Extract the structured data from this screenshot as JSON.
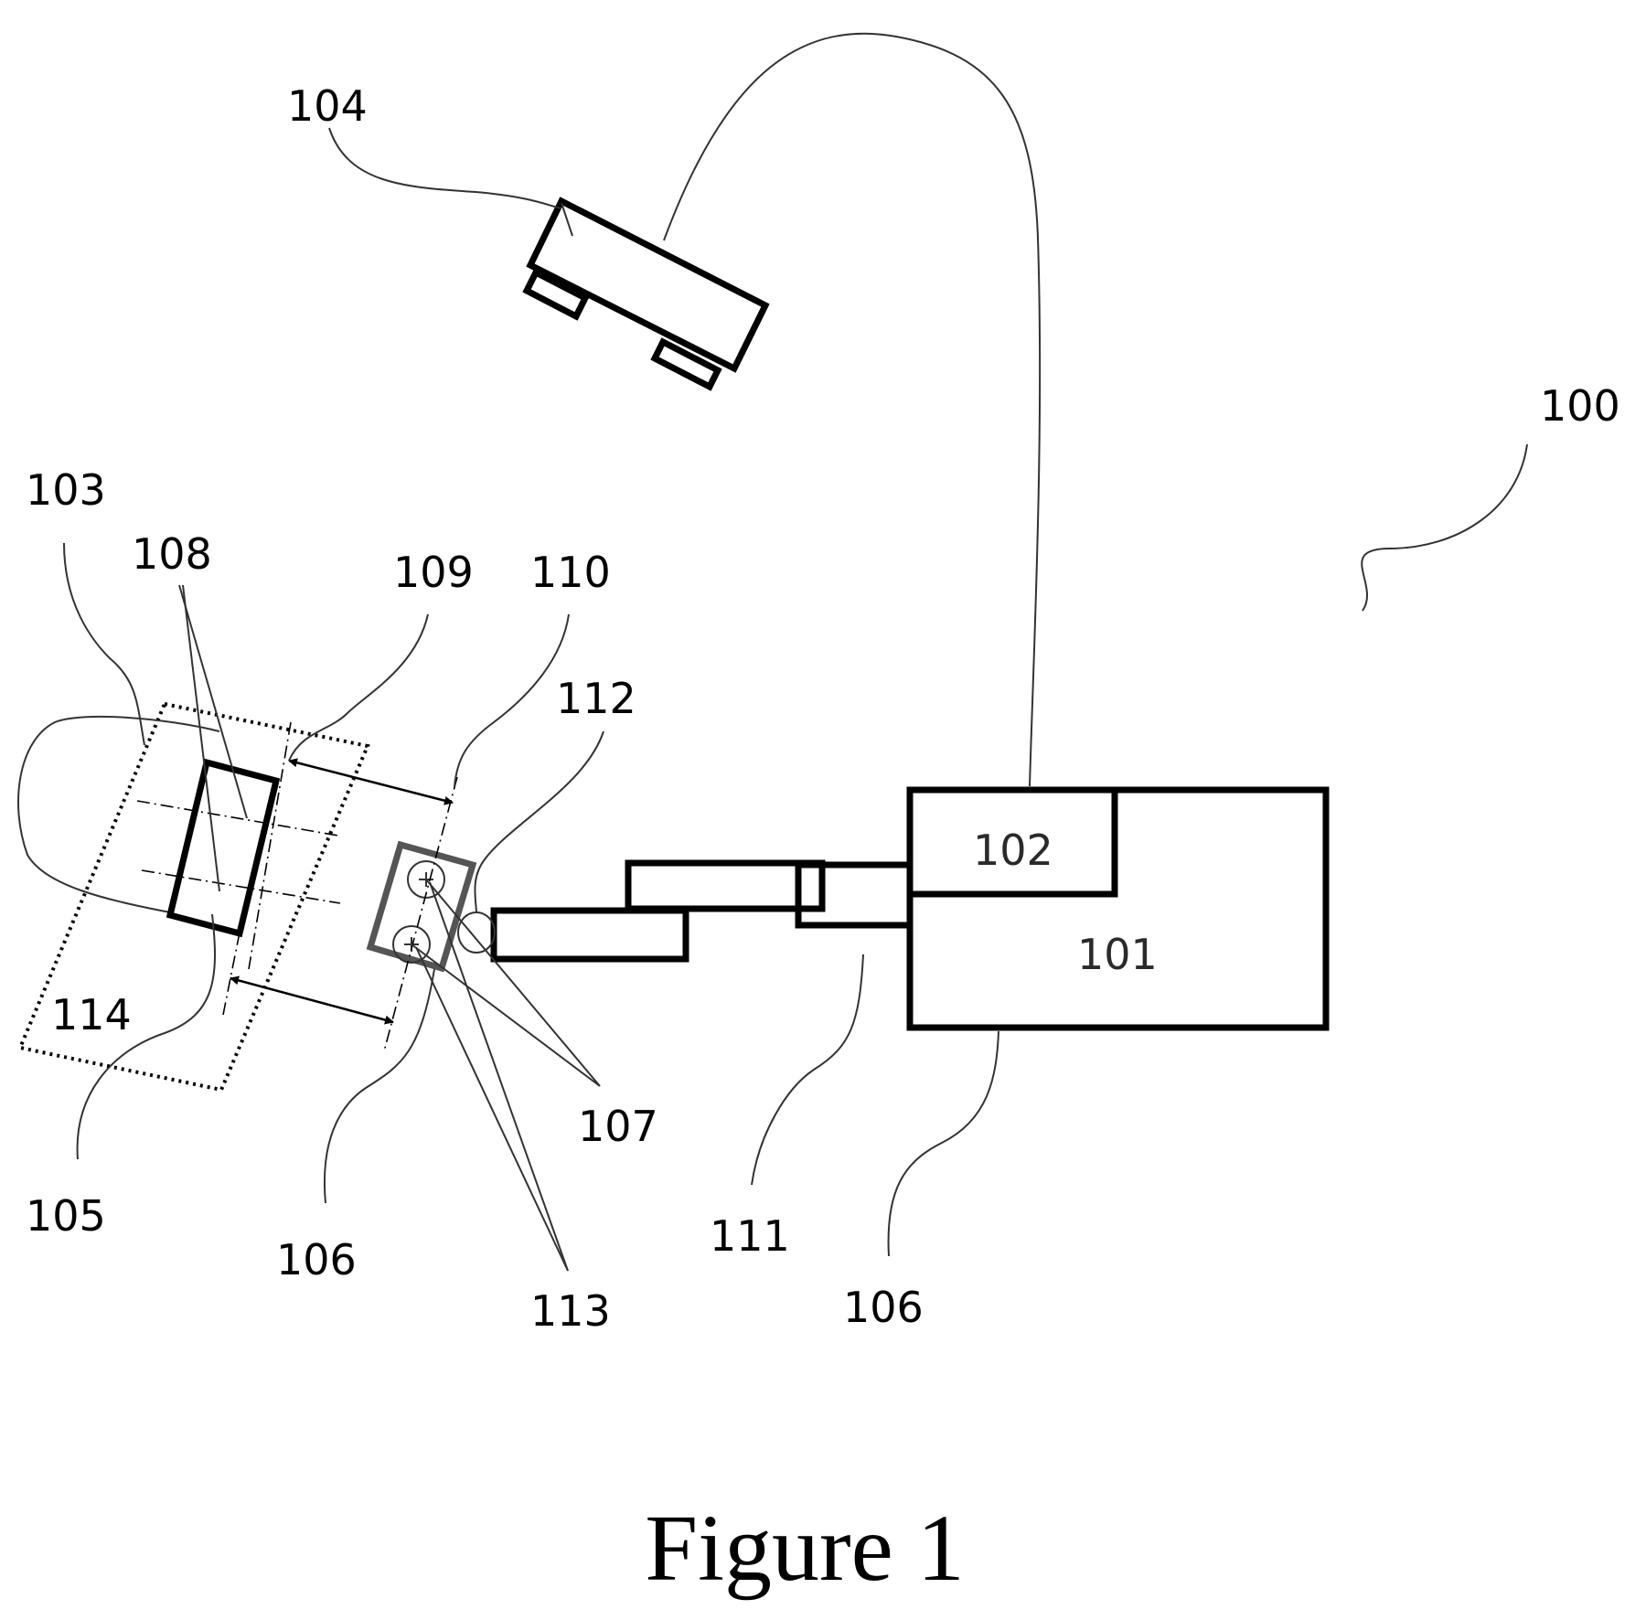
{
  "figure": {
    "caption": "Figure 1",
    "labels": {
      "l100": "100",
      "l101": "101",
      "l102": "102",
      "l103": "103",
      "l104": "104",
      "l105": "105",
      "l106a": "106",
      "l106b": "106",
      "l107": "107",
      "l108": "108",
      "l109": "109",
      "l110": "110",
      "l111": "111",
      "l112": "112",
      "l113": "113",
      "l114": "114"
    }
  }
}
